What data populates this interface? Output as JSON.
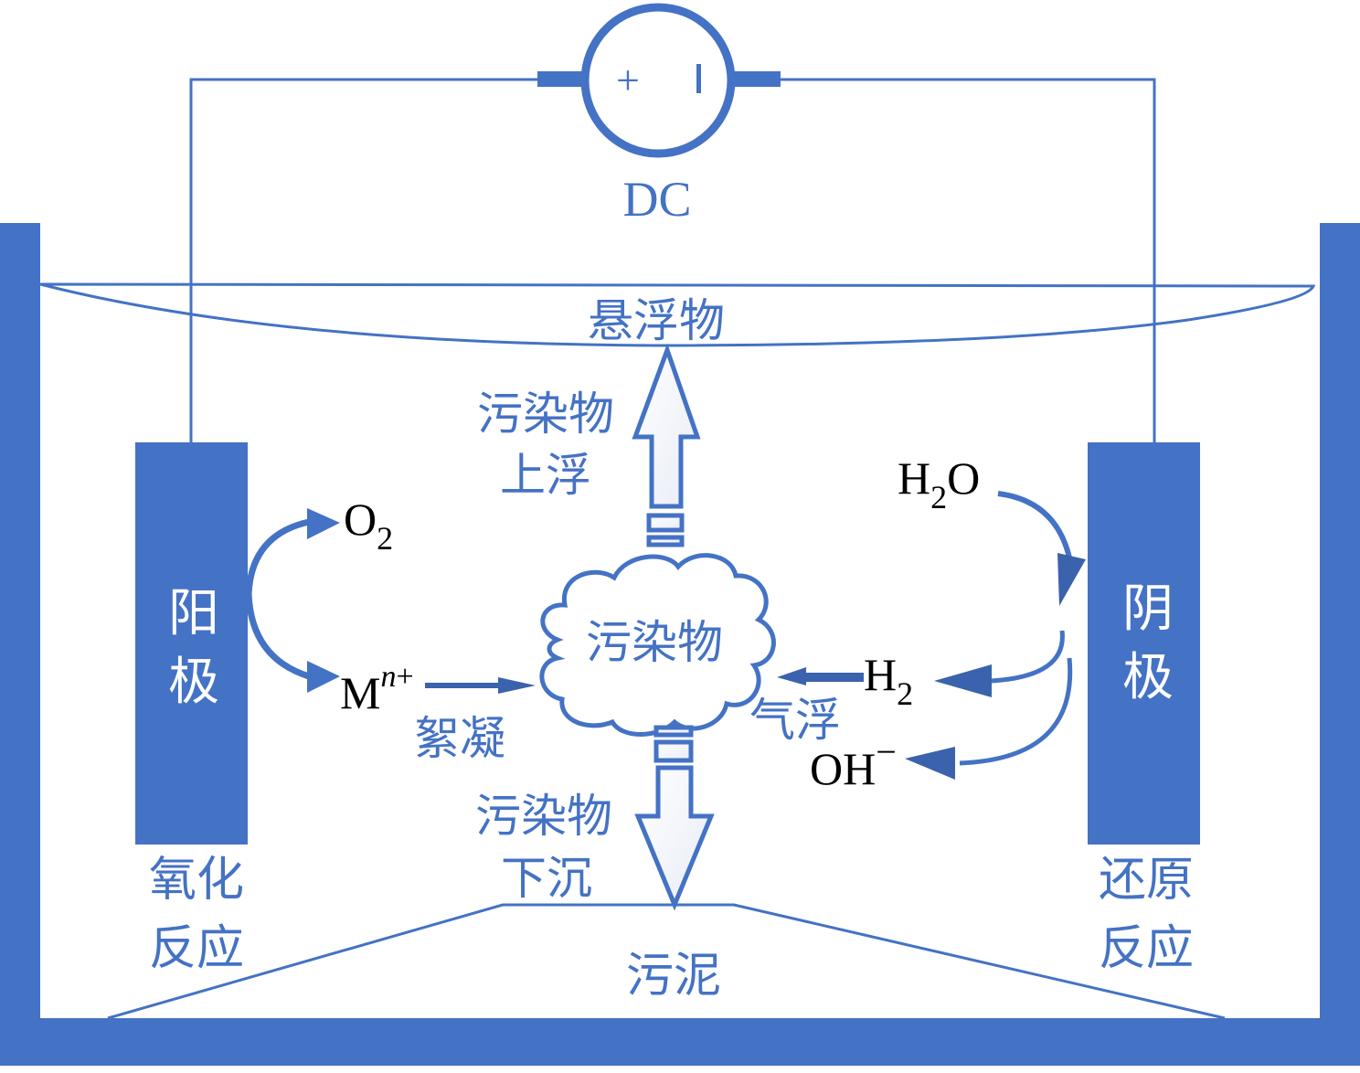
{
  "colors": {
    "primary": "#4472c4",
    "dark_arrow": "#3a62ad",
    "text_chemical": "#000000",
    "arrow_fill": "#f3f5fb"
  },
  "power_supply": {
    "label": "DC",
    "plus_sign": "+",
    "minus_sign": "|"
  },
  "surface": {
    "label": "悬浮物"
  },
  "anode": {
    "label_line1": "阳",
    "label_line2": "极",
    "reaction_line1": "氧化",
    "reaction_line2": "反应"
  },
  "cathode": {
    "label_line1": "阴",
    "label_line2": "极",
    "reaction_line1": "还原",
    "reaction_line2": "反应"
  },
  "anode_products": {
    "oxygen": {
      "base": "O",
      "sub": "2"
    },
    "metal_ion": {
      "base": "M",
      "sup_italic": "n",
      "sup": "+"
    },
    "coagulation_label": "絮凝"
  },
  "cathode_species": {
    "water": {
      "base1": "H",
      "sub": "2",
      "base2": "O"
    },
    "hydrogen": {
      "base": "H",
      "sub": "2"
    },
    "hydroxide": {
      "base": "OH",
      "sup": "−"
    },
    "flotation_label": "气浮"
  },
  "pollutant": {
    "cloud_label": "污染物",
    "up_label_line1": "污染物",
    "up_label_line2": "上浮",
    "down_label_line1": "污染物",
    "down_label_line2": "下沉"
  },
  "sludge": {
    "label": "污泥"
  }
}
